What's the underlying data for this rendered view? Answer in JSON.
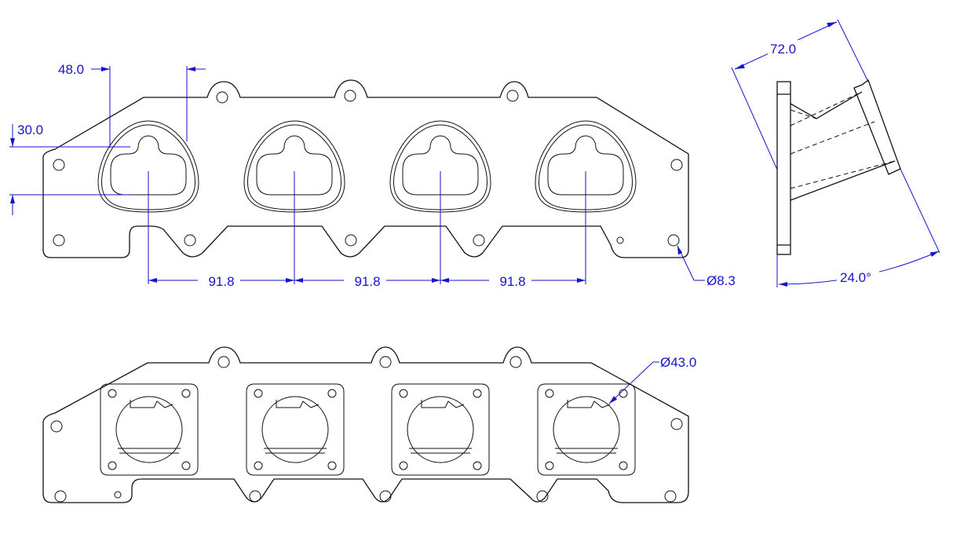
{
  "colors": {
    "dimension": "#1515cc",
    "outline": "#111111",
    "background": "#ffffff"
  },
  "dimensions": {
    "port_width": "48.0",
    "port_offset": "30.0",
    "port_spacing": [
      "91.8",
      "91.8",
      "91.8"
    ],
    "bolt_hole_diameter": "Ø8.3",
    "port_diameter": "Ø43.0",
    "side_flange_length": "72.0",
    "side_flange_angle": "24.0°"
  }
}
